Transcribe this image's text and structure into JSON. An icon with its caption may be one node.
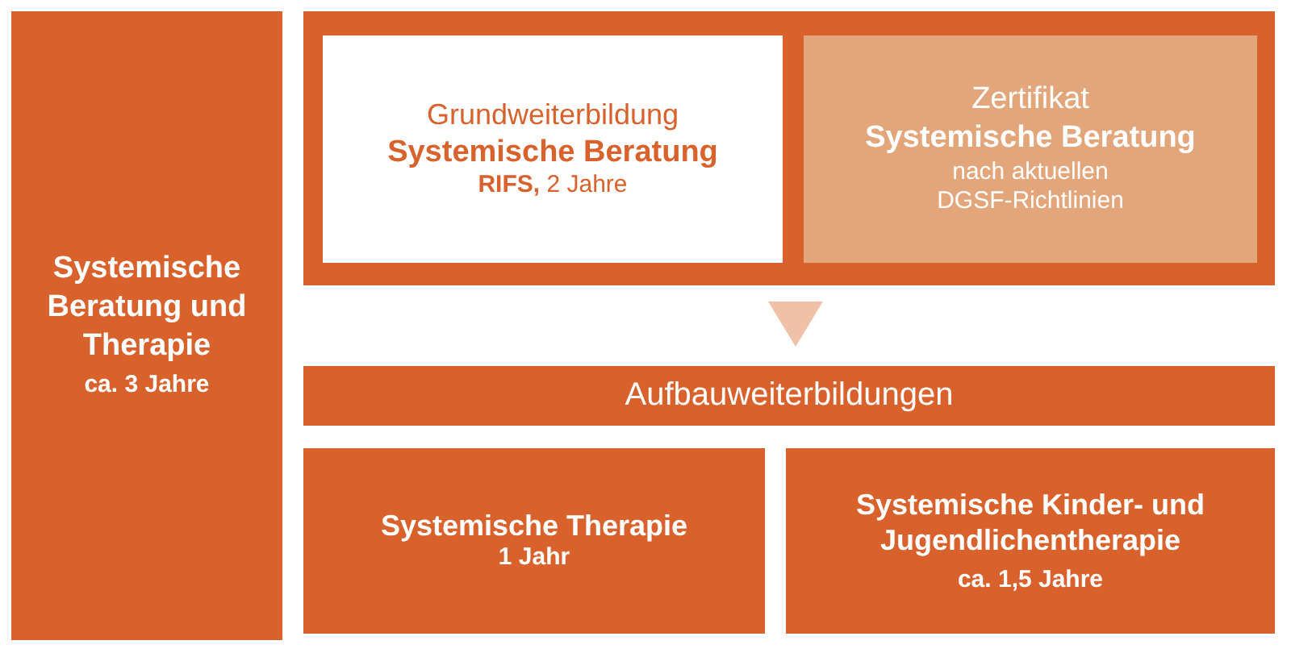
{
  "diagram": {
    "nodes": [
      {
        "text": [
          "Systemische Beratung und Therapie",
          "ca. 3  Jahre"
        ]
      },
      {
        "text": [],
        "shape": "box"
      },
      {
        "text": [
          "Grundweiterbildung",
          "Systemische Beratung",
          "**RIFS,** 2 Jahre"
        ],
        "in": 1
      },
      {
        "text": [
          "Zertifikat",
          "Systemische Beratung",
          "nach aktuellen DGSF-Richtlinien"
        ],
        "in": 1
      },
      {
        "text": [
          "Aufbauweiterbildungen"
        ]
      },
      {
        "text": [
          "Systemische Therapie",
          "1 Jahr"
        ]
      },
      {
        "text": [
          "Systemische Kinder- und Jugendlichentherapie",
          "ca. 1,5 Jahre"
        ]
      }
    ],
    "edges": [
      {
        "from": 1,
        "to": 4,
        "arrow": "to"
      }
    ]
  }
}
